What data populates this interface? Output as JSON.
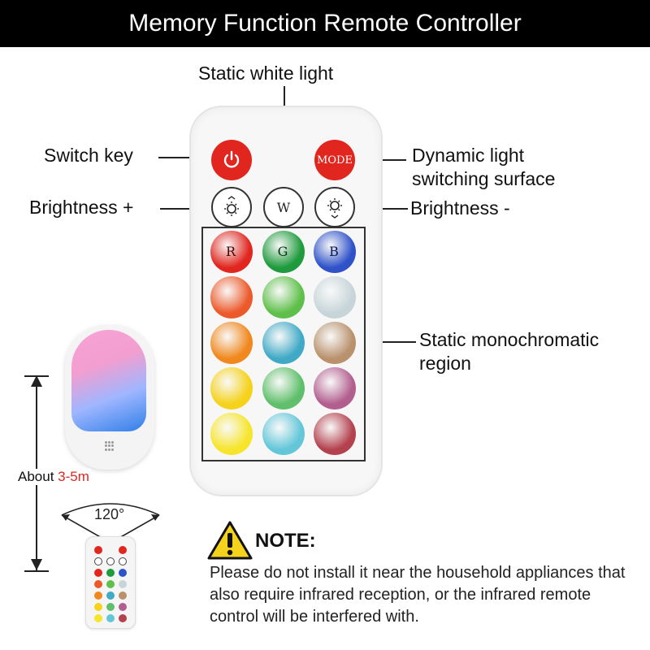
{
  "title": "Memory Function Remote Controller",
  "labels": {
    "static_white": "Static white light",
    "switch_key": "Switch key",
    "dynamic_1": "Dynamic light",
    "dynamic_2": "switching surface",
    "brightness_plus": "Brightness +",
    "brightness_minus": "Brightness -",
    "static_mono_1": "Static monochromatic",
    "static_mono_2": "region"
  },
  "remote": {
    "mode_label": "MODE",
    "white_label": "W",
    "r_label": "R",
    "g_label": "G",
    "b_label": "B",
    "power_icon": "power-icon",
    "brightness_up_icon": "brightness-up-icon",
    "brightness_down_icon": "brightness-down-icon"
  },
  "color_grid": [
    [
      "#e0261e",
      "#1f9a3c",
      "#2f52c9"
    ],
    [
      "#ec5a2b",
      "#5ec04a",
      "#c7d5d9"
    ],
    [
      "#f0881d",
      "#3fa9c6",
      "#b9926d"
    ],
    [
      "#f5d21b",
      "#5fbf6b",
      "#b25e8e"
    ],
    [
      "#f6e52c",
      "#63c6d9",
      "#b3414e"
    ]
  ],
  "range": {
    "about_prefix": "About ",
    "about_value": "3-5m",
    "angle": "120°"
  },
  "note": {
    "title": "NOTE:",
    "body": "Please do not install it near the household appliances that also require infrared reception, or the infrared remote control will be interfered with."
  },
  "colors": {
    "accent_red": "#e0261e",
    "warning_yellow": "#f5d21b"
  }
}
